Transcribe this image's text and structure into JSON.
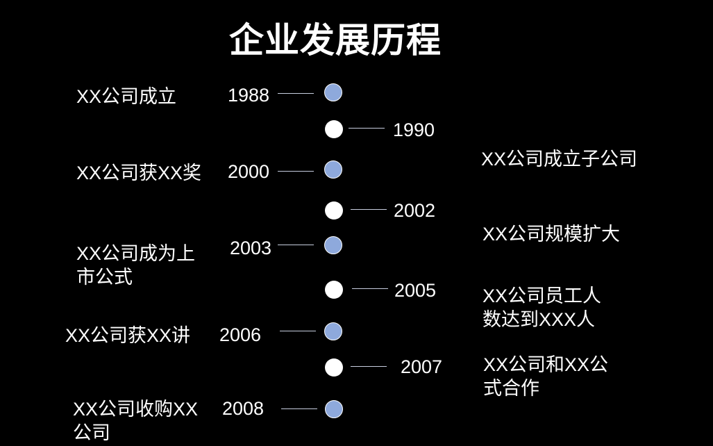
{
  "title": "企业发展历程",
  "colors": {
    "background": "#000000",
    "left_dot": "#8ea9dc",
    "right_dot": "#ffffff",
    "text": "#ffffff",
    "connector": "#c8cfe0"
  },
  "left_events": [
    {
      "year": "1988",
      "description": [
        "XX公司成立"
      ]
    },
    {
      "year": "2000",
      "description": [
        "XX公司获XX奖"
      ]
    },
    {
      "year": "2003",
      "description": [
        "XX公司成为上",
        "市公式"
      ]
    },
    {
      "year": "2006",
      "description": [
        "XX公司获XX讲"
      ]
    },
    {
      "year": "2008",
      "description": [
        "XX公司收购XX",
        "公司"
      ]
    }
  ],
  "right_events": [
    {
      "year": "1990",
      "description": [
        "XX公司成立子公司"
      ]
    },
    {
      "year": "2002",
      "description": [
        "XX公司规模扩大"
      ]
    },
    {
      "year": "2005",
      "description": [
        "XX公司员工人",
        "数达到XXX人"
      ]
    },
    {
      "year": "2007",
      "description": [
        "XX公司和XX公",
        "式合作"
      ]
    }
  ]
}
